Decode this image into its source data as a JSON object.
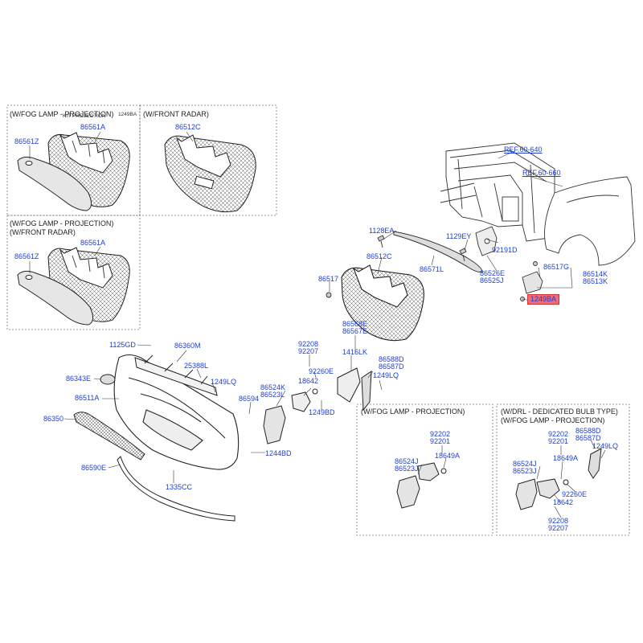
{
  "section_captions": {
    "fog_projection": "(W/FOG LAMP - PROJECTION)",
    "front_radar": "(W/FRONT RADAR)",
    "fog_projection_b": "(W/FOG LAMP - PROJECTION)",
    "front_radar_b": "(W/FRONT RADAR)",
    "fog_projection_c": "(W/FOG LAMP - PROJECTION)",
    "drl_dedicated": "(W/DRL - DEDICATED BULB TYPE)",
    "fog_projection_d": "(W/FOG LAMP - PROJECTION)"
  },
  "overlap_text": {
    "kit_projection": "KIT PROJECTION",
    "part_1249ba_small": "1249BA"
  },
  "references": {
    "ref_60_640": "REF.60-640",
    "ref_60_660": "REF.60-660"
  },
  "highlight": {
    "part": "1249BA",
    "color": "#f06a75"
  },
  "parts": {
    "p86561A_a": "86561A",
    "p86512C_a": "86512C",
    "p86561Z_a": "86561Z",
    "p86561A_b": "86561A",
    "p86561Z_b": "86561Z",
    "p1128EA": "1128EA",
    "p1129EY": "1129EY",
    "p92191D": "92191D",
    "p86512C": "86512C",
    "p86517": "86517",
    "p86571L": "86571L",
    "p86526E": "86526E",
    "p86525J": "86525J",
    "p86517G": "86517G",
    "p86514K": "86514K",
    "p86513K": "86513K",
    "p86568E": "86568E",
    "p86567E": "86567E",
    "p1125GD": "1125GD",
    "p86360M": "86360M",
    "p25388L": "25388L",
    "p92208": "92208",
    "p92207": "92207",
    "p1416LK": "1416LK",
    "p86588D": "86588D",
    "p86587D": "86587D",
    "p86343E": "86343E",
    "p1249LQ_a": "1249LQ",
    "p92260E": "92260E",
    "p1249LQ_b": "1249LQ",
    "p86524K": "86524K",
    "p86523L": "86523L",
    "p18642": "18642",
    "p86511A": "86511A",
    "p86594": "86594",
    "p1249BD": "1249BD",
    "p86350": "86350",
    "p1244BD": "1244BD",
    "p86590E": "86590E",
    "p1335CC": "1335CC",
    "box1_92202": "92202",
    "box1_92201": "92201",
    "box1_86524J": "86524J",
    "box1_86523J": "86523J",
    "box1_18649A": "18649A",
    "box2_92202": "92202",
    "box2_92201": "92201",
    "box2_86588D": "86588D",
    "box2_86587D": "86587D",
    "box2_1249LQ": "1249LQ",
    "box2_86524J": "86524J",
    "box2_86523J": "86523J",
    "box2_18649A": "18649A",
    "box2_92260E": "92260E",
    "box2_18642": "18642",
    "box2_92208": "92208",
    "box2_92207": "92207"
  }
}
